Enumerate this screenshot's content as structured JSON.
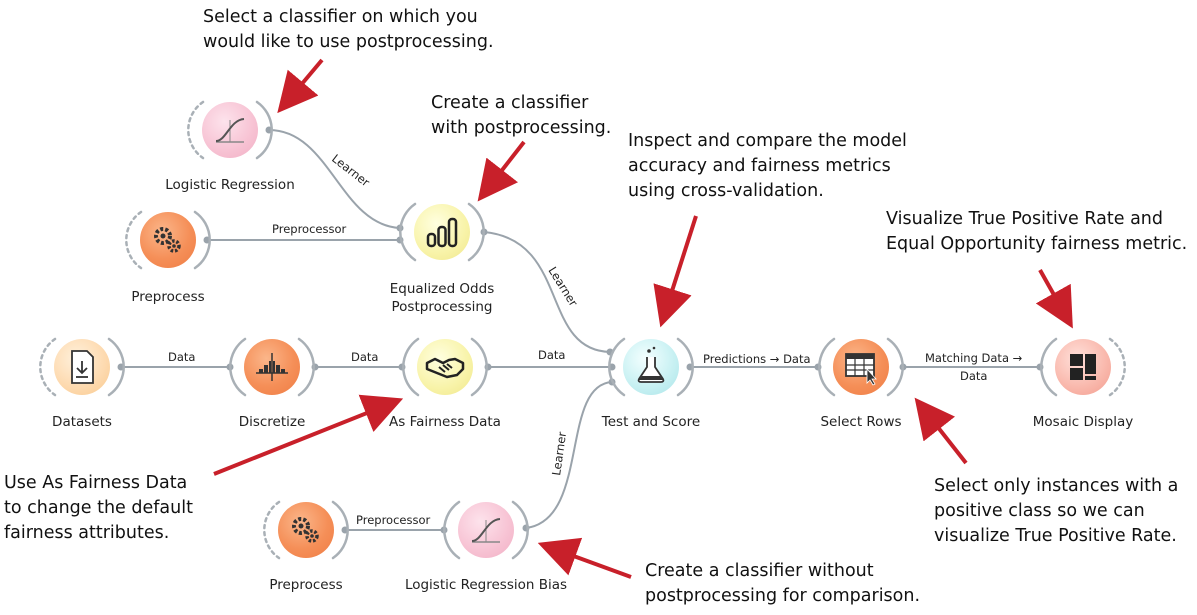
{
  "nodes": {
    "logistic_regression": {
      "label": "Logistic Regression"
    },
    "preprocess_top": {
      "label": "Preprocess"
    },
    "equalized_odds": {
      "label": "Equalized Odds\nPostprocessing"
    },
    "datasets": {
      "label": "Datasets"
    },
    "discretize": {
      "label": "Discretize"
    },
    "as_fairness": {
      "label": "As Fairness Data"
    },
    "test_score": {
      "label": "Test and Score"
    },
    "select_rows": {
      "label": "Select Rows"
    },
    "mosaic": {
      "label": "Mosaic Display"
    },
    "preprocess_bottom": {
      "label": "Preprocess"
    },
    "lr_bias": {
      "label": "Logistic Regression Bias"
    }
  },
  "links": {
    "lr_to_eq": "Learner",
    "pre_to_eq": "Preprocessor",
    "eq_to_ts": "Learner",
    "ds_to_disc": "Data",
    "disc_to_fair": "Data",
    "fair_to_ts": "Data",
    "ts_to_sr": "Predictions → Data",
    "sr_to_md_1": "Matching Data →",
    "sr_to_md_2": "Data",
    "pre2_to_lrb": "Preprocessor",
    "lrb_to_ts": "Learner"
  },
  "annotations": {
    "select_classifier": "Select a classifier on which you\nwould like to use postprocessing.",
    "create_classifier": "Create a classifier\nwith postprocessing.",
    "inspect": "Inspect and compare the model\naccuracy and fairness metrics\nusing cross-validation.",
    "visualize": "Visualize True Positive Rate and\nEqual Opportunity fairness metric.",
    "use_fairness": "Use As Fairness Data\nto change the default\nfairness attributes.",
    "select_instances": "Select only instances with a\npositive class so we can\nvisualize True Positive Rate.",
    "create_without": "Create a classifier without\npostprocessing for comparison."
  },
  "icons": {
    "logistic_regression": "sigmoid-curve-icon",
    "preprocess": "gears-icon",
    "equalized_odds": "bar-chart-icon",
    "datasets": "document-download-icon",
    "discretize": "histogram-icon",
    "as_fairness": "handshake-icon",
    "test_score": "flask-icon",
    "select_rows": "table-cursor-icon",
    "mosaic": "mosaic-icon"
  },
  "colors": {
    "link": "#9aa3ab",
    "arrow": "#c8202a",
    "orange": "#f58f58",
    "pink": "#f7c2d3",
    "yellow": "#f8f3a8",
    "peach": "#fdd9ae",
    "cyan": "#c6f0f2",
    "red": "#f9b7ab"
  }
}
